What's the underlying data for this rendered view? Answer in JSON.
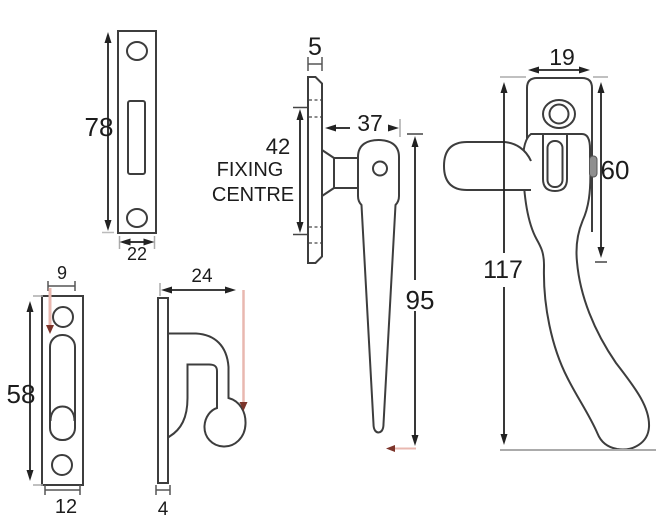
{
  "diagram_type": "technical-drawing-window-fastener",
  "colors": {
    "background": "#ffffff",
    "outline": "#3d3d3d",
    "dimension": "#222222",
    "extension": "#ababab",
    "highlight_line": "#e9b8b0",
    "highlight_arrow": "#7c342a",
    "tab_fill": "#8f8f8f"
  },
  "labels": {
    "fixing_centre_line1": "FIXING",
    "fixing_centre_line2": "CENTRE"
  },
  "dimensions": {
    "mortise_plate": {
      "height": "78",
      "width": "22"
    },
    "keep_plate": {
      "slot_width": "9",
      "height": "58",
      "width": "12"
    },
    "hook": {
      "projection": "24",
      "thickness": "4"
    },
    "fastener_side": {
      "plate_thickness": "5",
      "fixing_centre": "42",
      "projection": "37",
      "handle_length": "95"
    },
    "fastener_front": {
      "plate_width": "19",
      "plate_height": "60",
      "overall_height": "117"
    }
  }
}
